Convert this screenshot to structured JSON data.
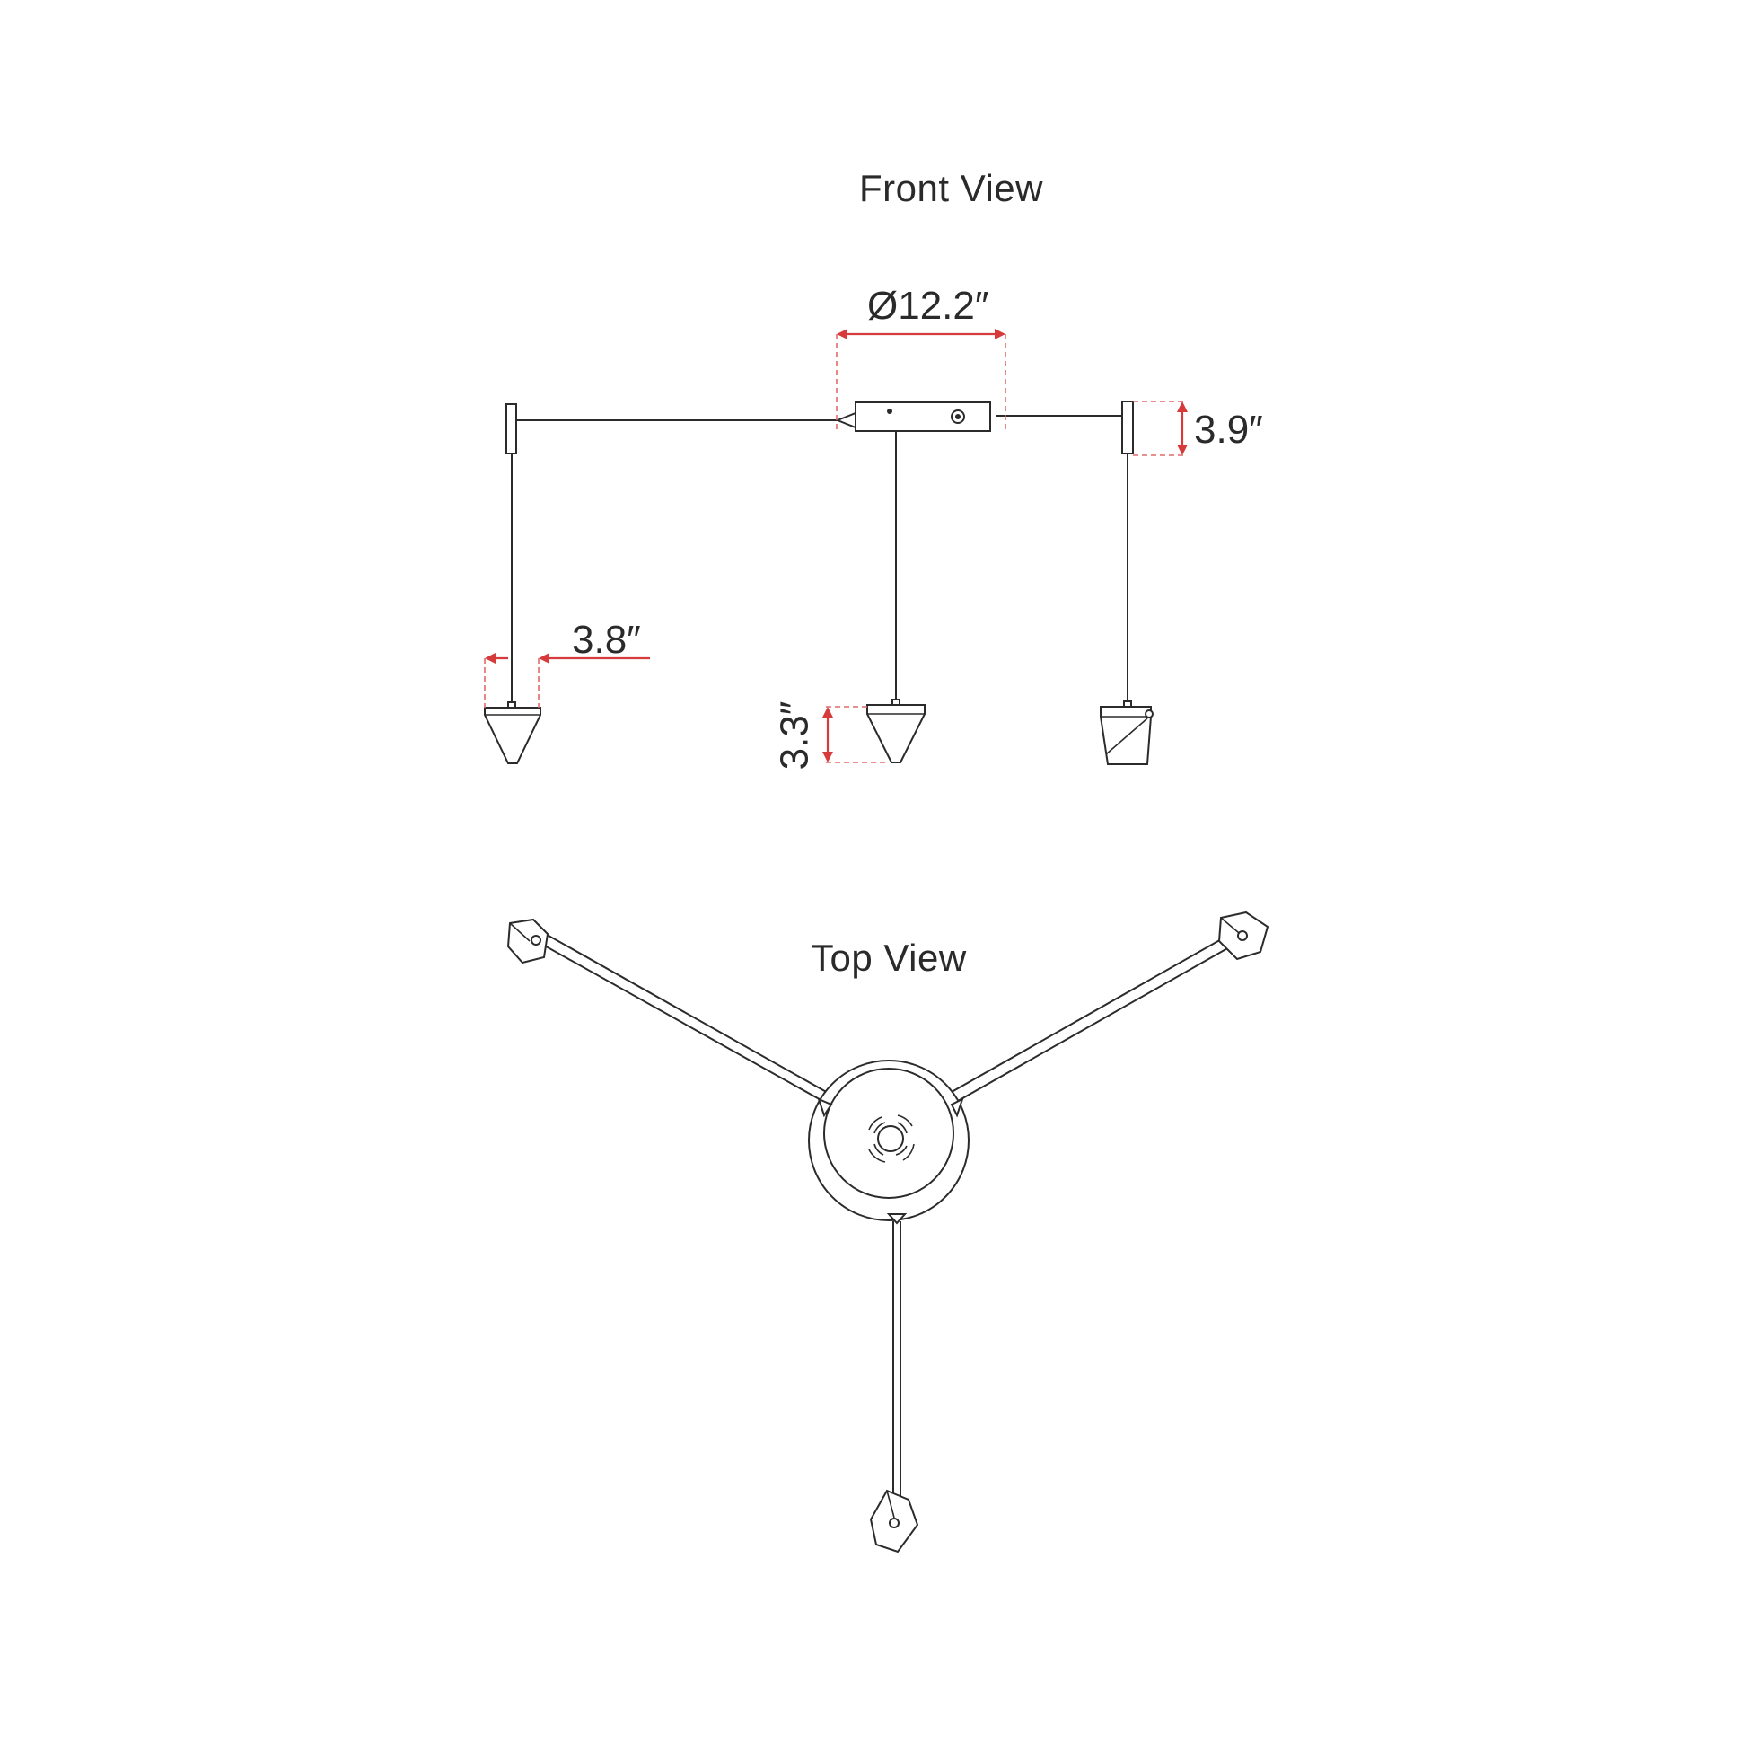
{
  "views": {
    "front_title": "Front View",
    "top_title": "Top View"
  },
  "dimensions": {
    "canopy_diameter": "Ø12.2″",
    "canopy_height": "3.9″",
    "shade_width": "3.8″",
    "shade_height": "3.3″"
  },
  "colors": {
    "line": "#2b2b2b",
    "dimension": "#d63a3a"
  }
}
